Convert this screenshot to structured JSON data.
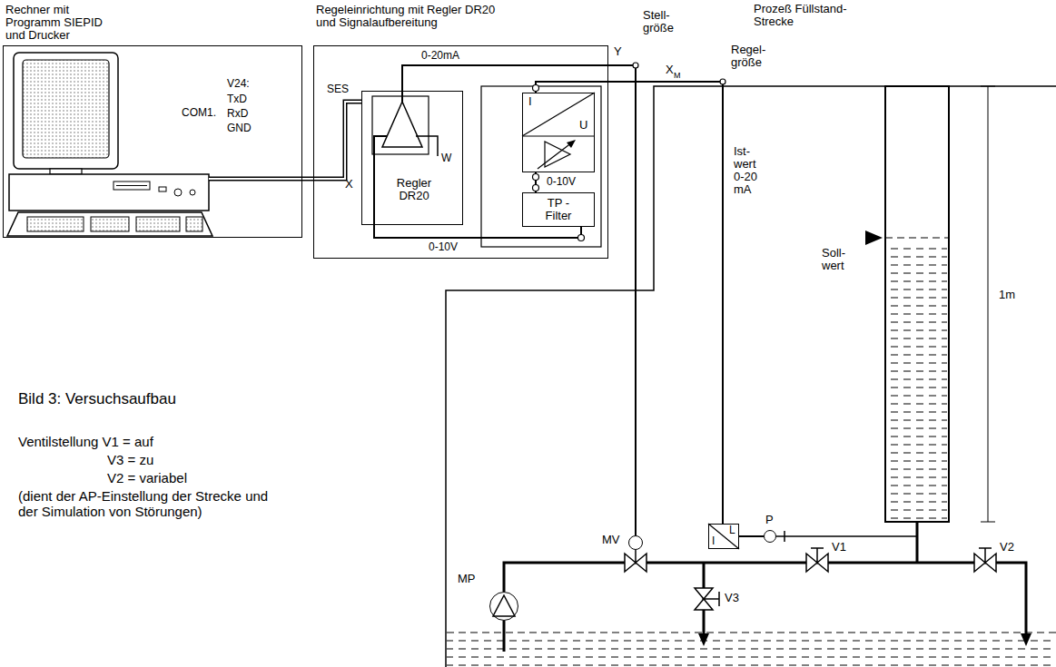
{
  "diagram": {
    "caption": "Bild 3: Versuchsaufbau",
    "nodes": [
      {
        "text": [
          "Rechner mit Programm SIEPID und Drucker"
        ]
      },
      {
        "text": [
          "Regeleinrichtung mit Regler DR20 und Signalaufbereitung"
        ]
      },
      {
        "text": [
          "Regler DR20"
        ],
        "in": 1
      },
      {
        "text": [
          "I",
          "U"
        ],
        "in": 1
      },
      {
        "text": [
          "TP - Filter"
        ],
        "in": 1
      },
      {
        "text": [
          "Prozeß Füllstand-Strecke"
        ]
      },
      {
        "text": [
          "I",
          "L"
        ],
        "in": 5
      },
      {
        "text": [
          "P"
        ],
        "in": 5
      },
      {
        "text": [
          "MV"
        ],
        "in": 5
      },
      {
        "text": [
          "MP"
        ],
        "in": 5
      }
    ],
    "edges": [
      {
        "from": 0,
        "to": 2,
        "arrow": "none"
      },
      {
        "from": 2,
        "to": 8,
        "label": "0-20mA",
        "arrow": "none"
      },
      {
        "from": 6,
        "to": 3,
        "arrow": "none"
      },
      {
        "from": 3,
        "to": 4,
        "label": "0-10V",
        "arrow": "none"
      },
      {
        "from": 4,
        "to": 2,
        "label": "0-10V",
        "arrow": "none"
      },
      {
        "from": 7,
        "to": 6,
        "arrow": "none"
      }
    ],
    "labels": [
      "SES",
      "V24:",
      "TxD",
      "RxD",
      "GND",
      "COM1.",
      "W",
      "X",
      "Stell-größe",
      "Y",
      "Regel-größe",
      "X",
      "M",
      "Ist-wert 0-20 mA",
      "Soll-wert",
      "1m",
      "V1",
      "V3",
      "V2",
      "Ventilstellung V1 = auf",
      "V3 = zu",
      "V2 = variabel",
      "(dient der AP-Einstellung der Strecke und der Simulation von Störungen)"
    ]
  }
}
